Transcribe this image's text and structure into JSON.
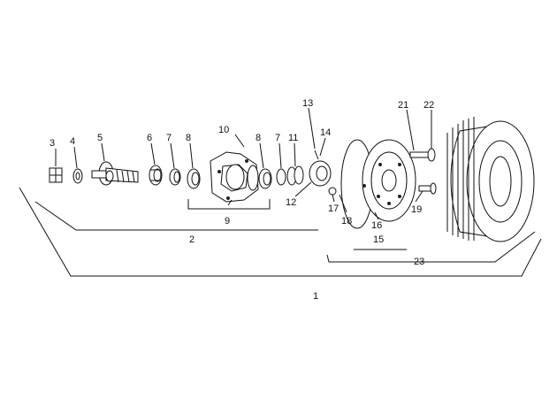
{
  "callouts": {
    "c1": "1",
    "c2": "2",
    "c3": "3",
    "c4": "4",
    "c5": "5",
    "c6": "6",
    "c7a": "7",
    "c7b": "7",
    "c8a": "8",
    "c8b": "8",
    "c9": "9",
    "c10": "10",
    "c11": "11",
    "c12": "12",
    "c13": "13",
    "c14": "14",
    "c15": "15",
    "c16": "16",
    "c17": "17",
    "c18": "18",
    "c19": "19",
    "c21": "21",
    "c22": "22",
    "c23": "23"
  }
}
